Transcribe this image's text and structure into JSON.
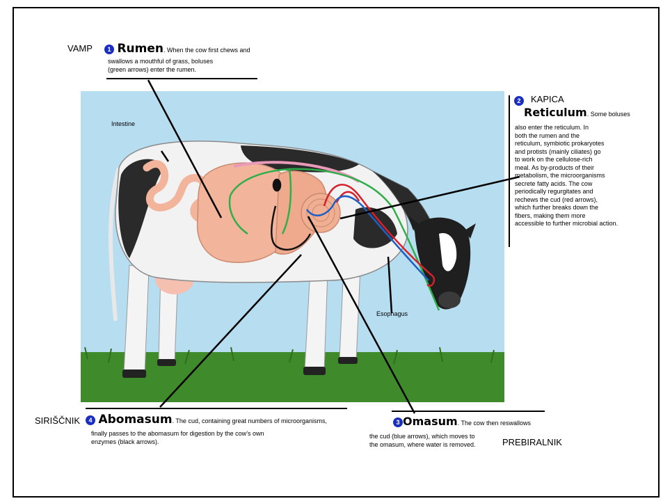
{
  "labels": {
    "rumen_slovene": "VAMP",
    "reticulum_slovene": "KAPICA",
    "abomasum_slovene": "SIRIŠČNIK",
    "omasum_slovene": "PREBIRALNIK"
  },
  "rumen": {
    "number": "1",
    "title": "Rumen",
    "text_1": ". When the cow first chews and",
    "text_2": "swallows a mouthful of grass, boluses",
    "text_3": "(green arrows) enter the rumen."
  },
  "reticulum": {
    "number": "2",
    "title": "Reticulum",
    "text_head": ". Some boluses",
    "lines": [
      "also enter the reticulum. In",
      "both the rumen and the",
      "reticulum, symbiotic prokaryotes",
      "and protists (mainly ciliates) go",
      "to work on the cellulose-rich",
      "meal. As by-products of their",
      "metabolism, the microorganisms",
      "secrete fatty acids. The cow",
      "periodically regurgitates and",
      "rechews the cud (red arrows),",
      "which further breaks down the",
      "fibers, making them more",
      "accessible to further microbial action."
    ]
  },
  "omasum": {
    "number": "3",
    "title": "Omasum",
    "text_1": ". The cow then reswallows",
    "text_2": "the cud (blue arrows), which moves to",
    "text_3": "the omasum, where water is removed."
  },
  "abomasum": {
    "number": "4",
    "title": "Abomasum",
    "text_1": ". The cud, containing great numbers of microorganisms,",
    "text_2": "finally passes to the abomasum for digestion by the cow’s own",
    "text_3": "enzymes (black arrows)."
  },
  "figure_labels": {
    "intestine": "Intestine",
    "esophagus": "Esophagus"
  },
  "colors": {
    "sky": "#b7ddf0",
    "grass": "#3f8a2a",
    "stomach": "#f2b49a",
    "green_arrow": "#2fae4a",
    "red_arrow": "#d6202a",
    "blue_arrow": "#1f5fc4",
    "number_badge": "#1a2fbf"
  }
}
